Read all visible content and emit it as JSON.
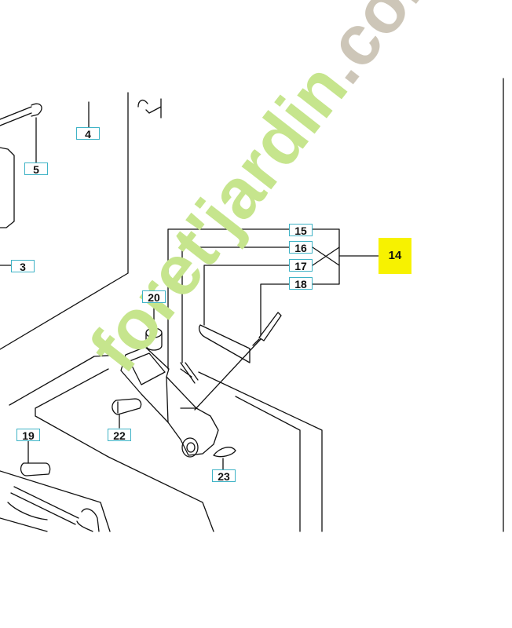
{
  "labels": {
    "p3": "3",
    "p4": "4",
    "p5": "5",
    "p14": "14",
    "p15": "15",
    "p16": "16",
    "p17": "17",
    "p18": "18",
    "p19": "19",
    "p20": "20",
    "p22": "22",
    "p23": "23"
  },
  "watermark": {
    "left_part": "foret'jardin",
    "right_part": ".com",
    "green": "#c6e58d",
    "grey": "#cdc6b8"
  },
  "colors": {
    "label_border": "#3fb3c6",
    "highlight": "#f7f200",
    "line": "#111111"
  },
  "icons": [
    "bracket-part-icon",
    "bolt-part-icon",
    "pin-part-icon",
    "bushing-part-icon"
  ]
}
